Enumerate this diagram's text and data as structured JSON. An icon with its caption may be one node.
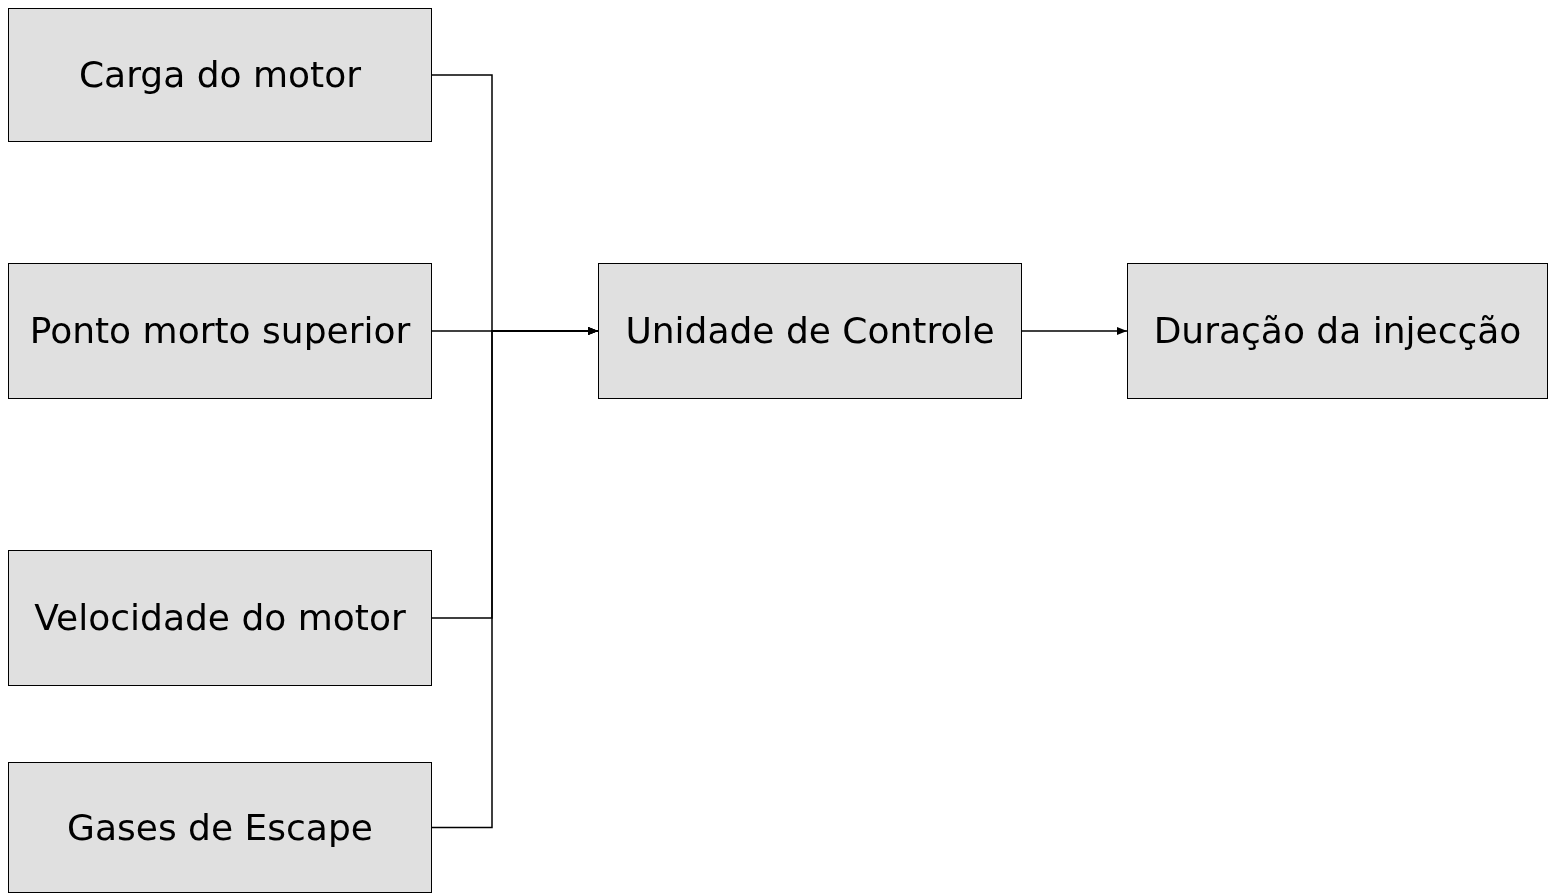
{
  "diagram": {
    "nodes": [
      {
        "text": [
          "Carga do motor"
        ]
      },
      {
        "text": [
          "Ponto morto superior"
        ]
      },
      {
        "text": [
          "Velocidade do motor"
        ]
      },
      {
        "text": [
          "Gases de Escape"
        ]
      },
      {
        "text": [
          "Unidade de Controle"
        ]
      },
      {
        "text": [
          "Duração da injecção"
        ]
      }
    ],
    "edges": [
      {
        "from": 0,
        "to": 4,
        "arrow": "to"
      },
      {
        "from": 1,
        "to": 4,
        "arrow": "to"
      },
      {
        "from": 2,
        "to": 4,
        "arrow": "to"
      },
      {
        "from": 3,
        "to": 4,
        "arrow": "to"
      },
      {
        "from": 4,
        "to": 5,
        "arrow": "to"
      }
    ]
  }
}
